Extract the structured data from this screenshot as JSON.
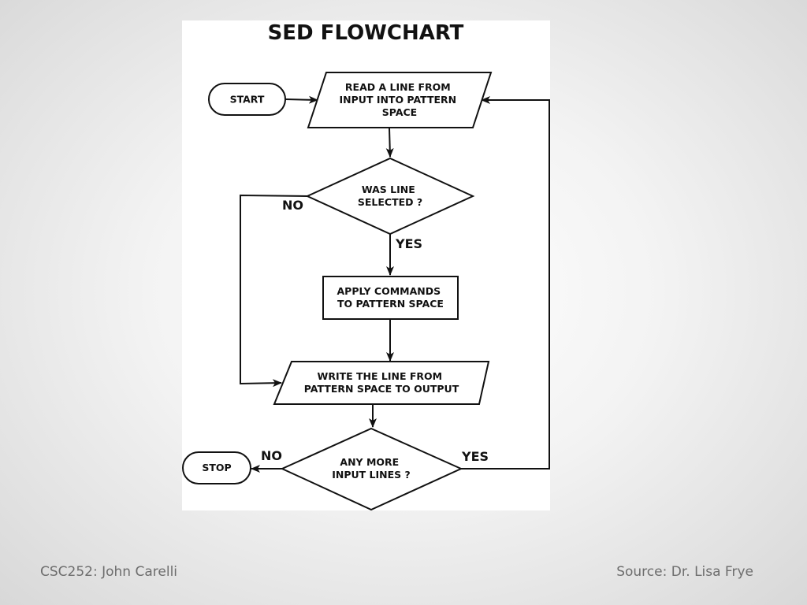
{
  "slide": {
    "footer_left": "CSC252: John Carelli",
    "footer_right": "Source: Dr. Lisa Frye"
  },
  "diagram": {
    "title": "SED FLOWCHART",
    "nodes": {
      "start": {
        "lines": [
          "START"
        ]
      },
      "read": {
        "lines": [
          "READ A LINE FROM",
          "INPUT INTO PATTERN",
          "SPACE"
        ]
      },
      "selected": {
        "lines": [
          "WAS LINE",
          "SELECTED ?"
        ]
      },
      "apply": {
        "lines": [
          "APPLY COMMANDS",
          "TO PATTERN SPACE"
        ]
      },
      "write": {
        "lines": [
          "WRITE THE LINE FROM",
          "PATTERN SPACE TO OUTPUT"
        ]
      },
      "more": {
        "lines": [
          "ANY MORE",
          "INPUT LINES ?"
        ]
      },
      "stop": {
        "lines": [
          "STOP"
        ]
      }
    },
    "edge_labels": {
      "selected_no": "NO",
      "selected_yes": "YES",
      "more_no": "NO",
      "more_yes": "YES"
    }
  }
}
